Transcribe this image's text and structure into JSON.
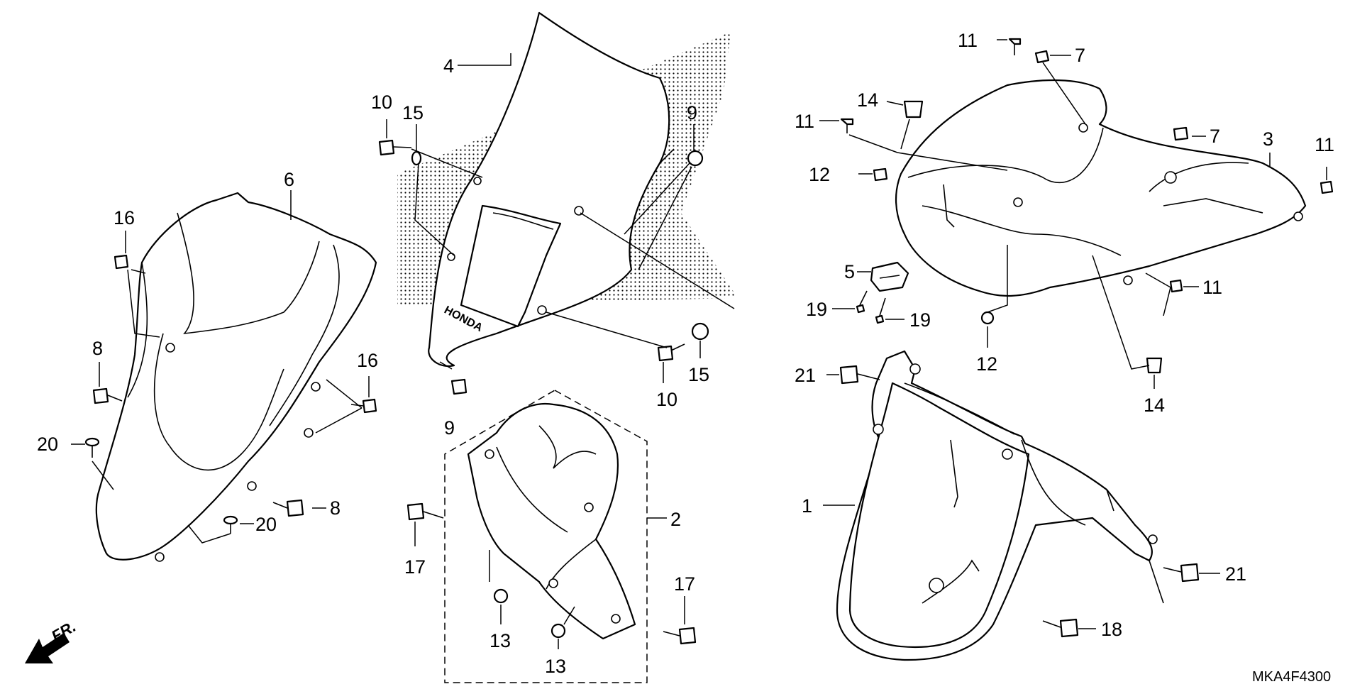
{
  "diagram": {
    "drawing_code": "MKA4F4300",
    "direction_label": "FR.",
    "callouts": [
      {
        "id": "c1",
        "label": "1"
      },
      {
        "id": "c2",
        "label": "2"
      },
      {
        "id": "c3",
        "label": "3"
      },
      {
        "id": "c4",
        "label": "4"
      },
      {
        "id": "c5",
        "label": "5"
      },
      {
        "id": "c6",
        "label": "6"
      },
      {
        "id": "c7a",
        "label": "7"
      },
      {
        "id": "c7b",
        "label": "7"
      },
      {
        "id": "c8a",
        "label": "8"
      },
      {
        "id": "c8b",
        "label": "8"
      },
      {
        "id": "c9a",
        "label": "9"
      },
      {
        "id": "c9b",
        "label": "9"
      },
      {
        "id": "c10a",
        "label": "10"
      },
      {
        "id": "c10b",
        "label": "10"
      },
      {
        "id": "c11a",
        "label": "11"
      },
      {
        "id": "c11b",
        "label": "11"
      },
      {
        "id": "c11c",
        "label": "11"
      },
      {
        "id": "c11d",
        "label": "11"
      },
      {
        "id": "c12a",
        "label": "12"
      },
      {
        "id": "c12b",
        "label": "12"
      },
      {
        "id": "c13a",
        "label": "13"
      },
      {
        "id": "c13b",
        "label": "13"
      },
      {
        "id": "c14a",
        "label": "14"
      },
      {
        "id": "c14b",
        "label": "14"
      },
      {
        "id": "c15a",
        "label": "15"
      },
      {
        "id": "c15b",
        "label": "15"
      },
      {
        "id": "c16a",
        "label": "16"
      },
      {
        "id": "c16b",
        "label": "16"
      },
      {
        "id": "c17a",
        "label": "17"
      },
      {
        "id": "c17b",
        "label": "17"
      },
      {
        "id": "c18",
        "label": "18"
      },
      {
        "id": "c19a",
        "label": "19"
      },
      {
        "id": "c19b",
        "label": "19"
      },
      {
        "id": "c20a",
        "label": "20"
      },
      {
        "id": "c20b",
        "label": "20"
      },
      {
        "id": "c21a",
        "label": "21"
      },
      {
        "id": "c21b",
        "label": "21"
      }
    ]
  }
}
